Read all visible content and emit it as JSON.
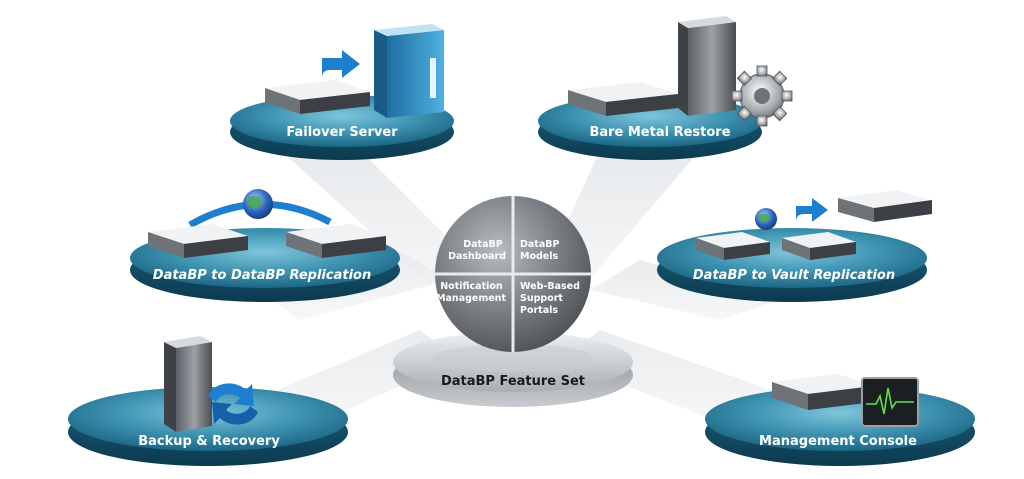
{
  "diagram": {
    "center": {
      "label": "DataBP Feature Set",
      "quadrants": {
        "top_left": [
          "DataBP",
          "Dashboard"
        ],
        "top_right": [
          "DataBP",
          "Models"
        ],
        "bottom_left": [
          "Notification",
          "Management"
        ],
        "bottom_right": [
          "Web-Based",
          "Support",
          "Portals"
        ]
      }
    },
    "platforms": {
      "failover": "Failover Server",
      "bare_metal": "Bare Metal Restore",
      "databp_replication": "DataBP to DataBP Replication",
      "vault_replication": "DataBP to Vault Replication",
      "backup": "Backup & Recovery",
      "console": "Management Console"
    }
  },
  "colors": {
    "platform_teal": "#2c7f9c",
    "platform_dark": "#0f4a63",
    "arrow_blue": "#1e7fd0",
    "globe_blue": "#2a63b8",
    "disc_silver": "#b6bcc2"
  },
  "icons": [
    "arrow-right-icon",
    "globe-icon",
    "gear-icon",
    "refresh-icon",
    "waveform-icon",
    "server-rack-icon",
    "tower-server-icon"
  ]
}
